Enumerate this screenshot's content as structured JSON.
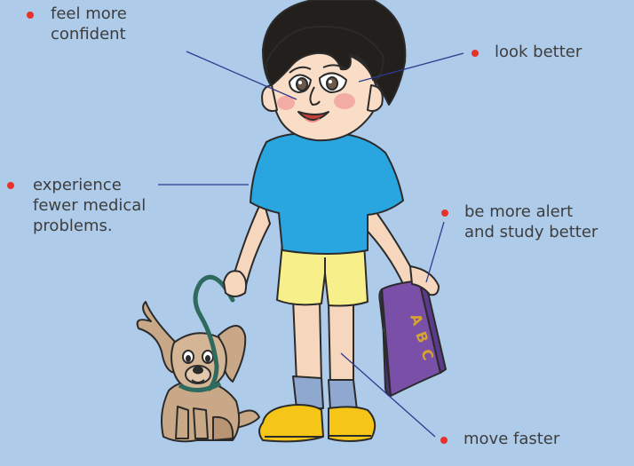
{
  "colors": {
    "background": "#aecbea",
    "bullet": "#e8312a",
    "leader_line": "#2f3b8f",
    "text": "#3d3d3d"
  },
  "callouts": [
    {
      "id": "confident",
      "text": "feel more\nconfident"
    },
    {
      "id": "look",
      "text": "look better"
    },
    {
      "id": "medical",
      "text": "experience\nfewer medical\nproblems."
    },
    {
      "id": "alert",
      "text": "be more alert\nand study better"
    },
    {
      "id": "faster",
      "text": "move faster"
    }
  ],
  "book": {
    "letters": [
      "A",
      "B",
      "C"
    ]
  },
  "illustration": {
    "subjects": [
      "boy",
      "dog",
      "leash",
      "book"
    ]
  }
}
